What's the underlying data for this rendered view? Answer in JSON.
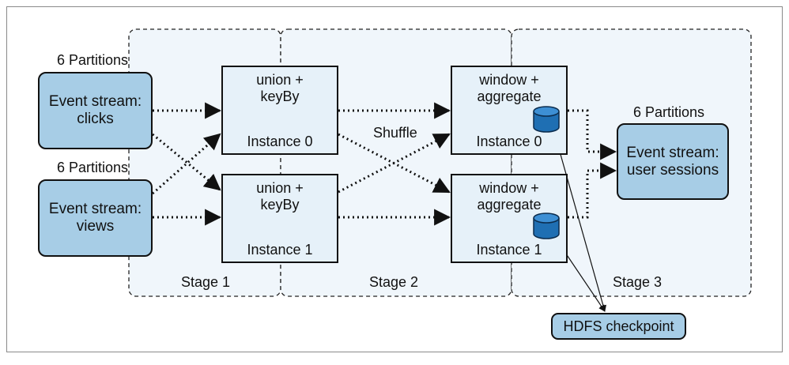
{
  "sources": [
    {
      "partitions": "6 Partitions",
      "label": "Event stream:\nclicks"
    },
    {
      "partitions": "6 Partitions",
      "label": "Event stream:\nviews"
    }
  ],
  "stages": [
    "Stage 1",
    "Stage 2",
    "Stage 3"
  ],
  "union_ops": [
    {
      "label": "union +\nkeyBy",
      "instance": "Instance 0"
    },
    {
      "label": "union +\nkeyBy",
      "instance": "Instance 1"
    }
  ],
  "window_ops": [
    {
      "label": "window +\naggregate",
      "instance": "Instance 0"
    },
    {
      "label": "window +\naggregate",
      "instance": "Instance 1"
    }
  ],
  "shuffle_label": "Shuffle",
  "sink": {
    "partitions": "6 Partitions",
    "label": "Event stream:\nuser sessions"
  },
  "checkpoint": "HDFS checkpoint",
  "colors": {
    "stream": "#a7cde6",
    "operator": "#e6f1f9",
    "stage": "#f0f6fb",
    "db": "#1f6fb3"
  }
}
